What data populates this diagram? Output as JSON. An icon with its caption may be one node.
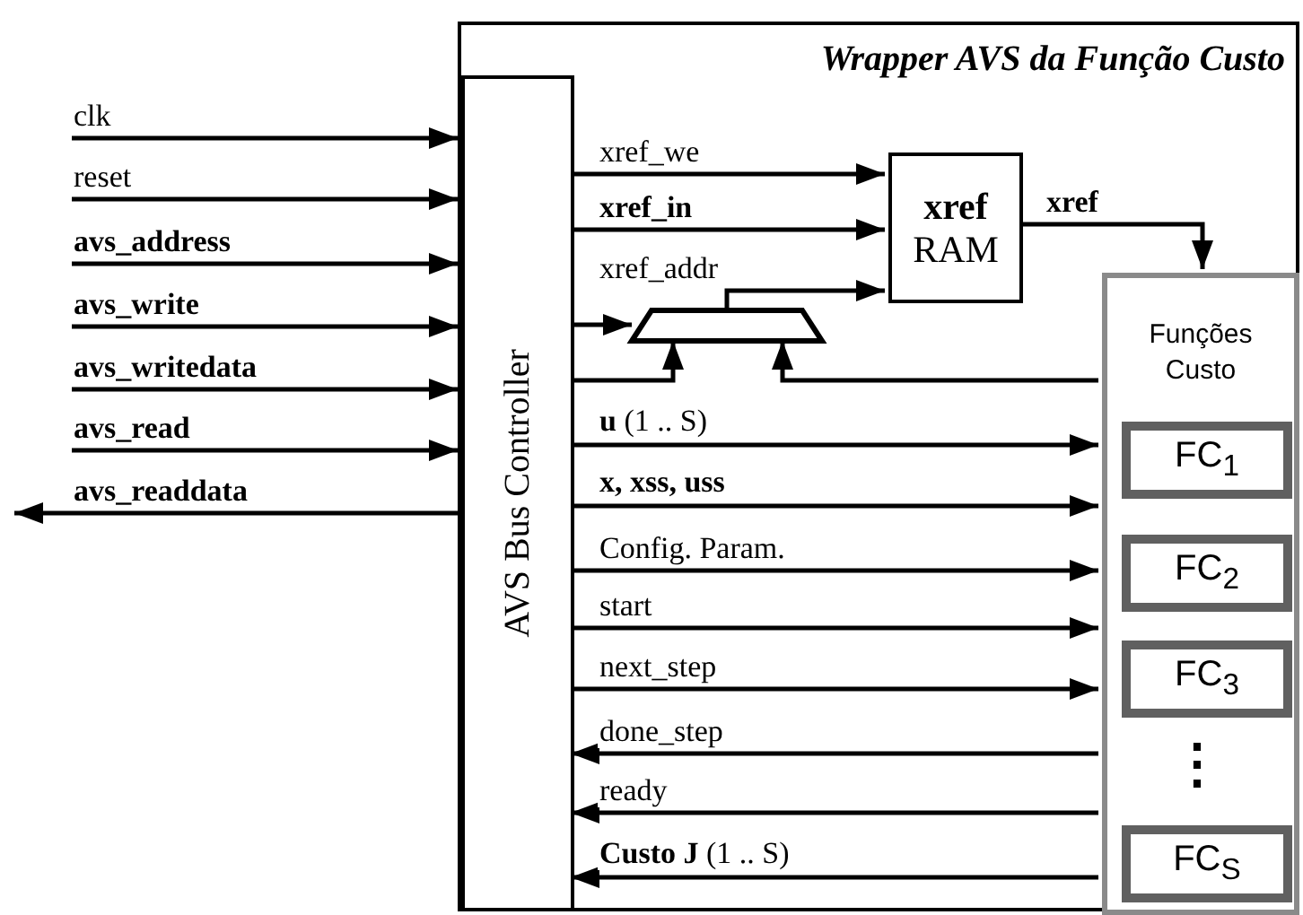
{
  "diagram": {
    "nodes": [
      {
        "text": [
          "Wrapper AVS da Função Custo"
        ]
      },
      {
        "text": [
          "AVS Bus Controller"
        ],
        "in": 0
      },
      {
        "text": [
          "xref",
          "RAM"
        ],
        "in": 0
      },
      {
        "text": [],
        "shape": "trapezium",
        "in": 0
      },
      {
        "text": [
          "Funções Custo"
        ],
        "in": 0
      },
      {
        "text": [
          "FC$_{1}$"
        ],
        "in": 4
      },
      {
        "text": [
          "FC$_{2}$"
        ],
        "in": 4
      },
      {
        "text": [
          "FC$_{3}$"
        ],
        "in": 4
      },
      {
        "text": [
          "FC$_{S}$"
        ],
        "in": 4
      }
    ],
    "edges": [
      {
        "from": null,
        "to": 1,
        "arrow": "to",
        "label": "clk"
      },
      {
        "from": null,
        "to": 1,
        "arrow": "to",
        "label": "reset"
      },
      {
        "from": null,
        "to": 1,
        "arrow": "to",
        "label": "**avs_address**"
      },
      {
        "from": null,
        "to": 1,
        "arrow": "to",
        "label": "**avs_write**"
      },
      {
        "from": null,
        "to": 1,
        "arrow": "to",
        "label": "**avs_writedata**"
      },
      {
        "from": null,
        "to": 1,
        "arrow": "to",
        "label": "**avs_read**"
      },
      {
        "from": 1,
        "to": null,
        "arrow": "to",
        "label": "**avs_readdata**"
      },
      {
        "from": 1,
        "to": 2,
        "arrow": "to",
        "label": "xref_we"
      },
      {
        "from": 1,
        "to": 2,
        "arrow": "to",
        "label": "**xref_in**"
      },
      {
        "from": 3,
        "to": 2,
        "arrow": "to",
        "label": "xref_addr"
      },
      {
        "from": 1,
        "to": 3,
        "arrow": "to"
      },
      {
        "from": 1,
        "to": 3,
        "arrow": "to"
      },
      {
        "from": 4,
        "to": 3,
        "arrow": "to"
      },
      {
        "from": 2,
        "to": 4,
        "arrow": "to",
        "label": "**xref**"
      },
      {
        "from": 1,
        "to": 4,
        "arrow": "to",
        "label": "**u** (1 .. S)"
      },
      {
        "from": 1,
        "to": 4,
        "arrow": "to",
        "label": "**x, xss, uss**"
      },
      {
        "from": 1,
        "to": 4,
        "arrow": "to",
        "label": "Config. Param."
      },
      {
        "from": 1,
        "to": 4,
        "arrow": "to",
        "label": "start"
      },
      {
        "from": 1,
        "to": 4,
        "arrow": "to",
        "label": "next_step"
      },
      {
        "from": 4,
        "to": 1,
        "arrow": "to",
        "label": "done_step"
      },
      {
        "from": 4,
        "to": 1,
        "arrow": "to",
        "label": "ready"
      },
      {
        "from": 4,
        "to": 1,
        "arrow": "to",
        "label": "**Custo J** (1 .. S)"
      }
    ],
    "labels": [
      "⋮"
    ]
  }
}
